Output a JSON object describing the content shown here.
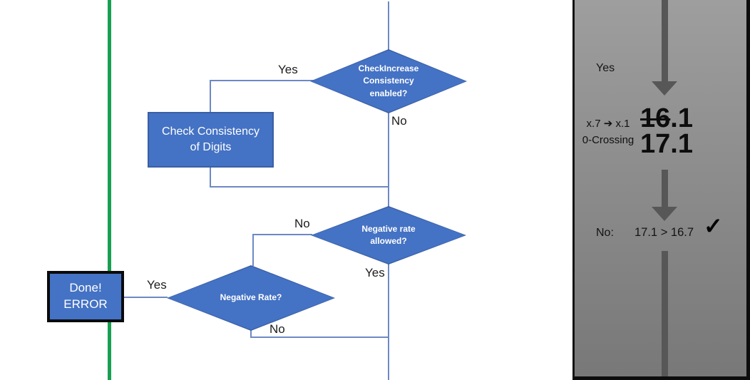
{
  "colors": {
    "shape_blue": "#4472c4",
    "shape_border": "#3a5fa5",
    "connector": "#6d89c4",
    "green_line": "#18a052",
    "arrow_gray": "#575757",
    "panel_top": "#9e9e9e",
    "panel_bottom": "#787878"
  },
  "flowchart": {
    "decision_check_increase": "CheckIncrease\nConsistency\nenabled?",
    "process_check_consistency": "Check Consistency\nof Digits",
    "decision_negative_rate_allowed": "Negative rate\nallowed?",
    "decision_negative_rate": "Negative Rate?",
    "terminal_done_error": "Done!\nERROR",
    "branch_labels": {
      "check_increase_yes": "Yes",
      "check_increase_no": "No",
      "neg_allowed_no": "No",
      "neg_allowed_yes": "Yes",
      "neg_rate_yes": "Yes",
      "neg_rate_no": "No"
    }
  },
  "panel": {
    "yes_label": "Yes",
    "mapping_line1": "x.7 ➔ x.1",
    "mapping_line2": "0-Crossing",
    "old_value_struck": "16",
    "old_value_rest": ".1",
    "new_value": "17.1",
    "no_label": "No:",
    "comparison": "17.1 > 16.7",
    "check_icon": "✓"
  }
}
